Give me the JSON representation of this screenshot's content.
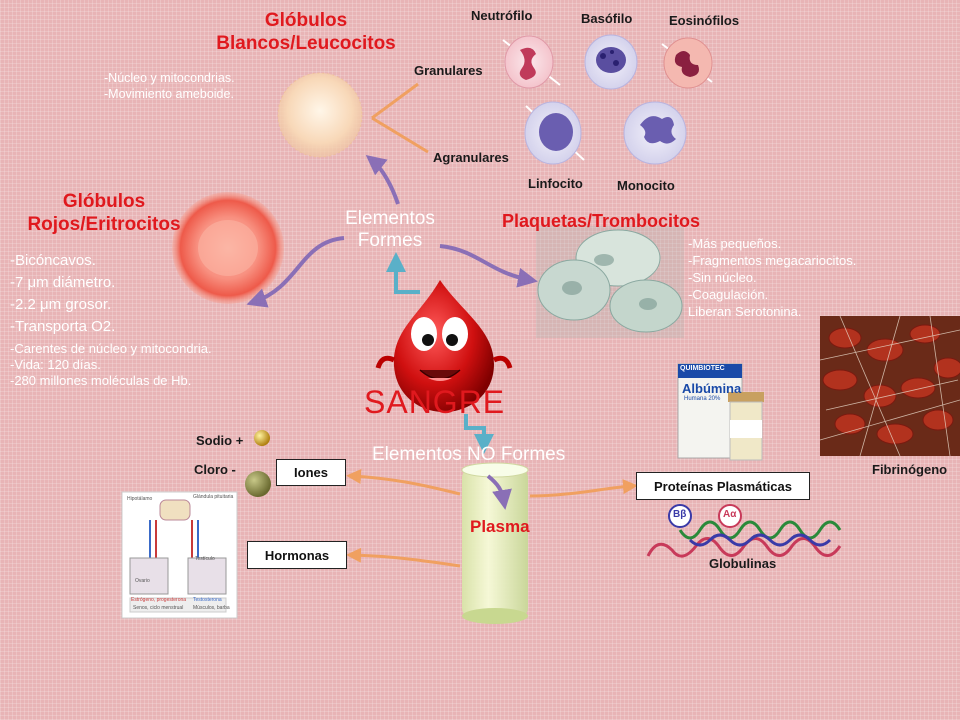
{
  "title": "SANGRE",
  "elementos_formes": {
    "line1": "Elementos",
    "line2": "Formes"
  },
  "elementos_no_formes": "Elementos NO Formes",
  "plasma": "Plasma",
  "leucocitos": {
    "title_line1": "Glóbulos",
    "title_line2": "Blancos/Leucocitos",
    "notes": [
      "-Núcleo y mitocondrias.",
      "-Movimiento ameboide."
    ],
    "granulares_label": "Granulares",
    "agranulares_label": "Agranulares",
    "granulares": [
      "Neutrófilo",
      "Basófilo",
      "Eosinófilos"
    ],
    "agranulares": [
      "Linfocito",
      "Monocito"
    ]
  },
  "eritrocitos": {
    "title_line1": "Glóbulos",
    "title_line2": "Rojos/Eritrocitos",
    "notes_large": [
      "-Bicóncavos.",
      "-7 μm diámetro.",
      "-2.2 μm grosor.",
      "-Transporta O2."
    ],
    "notes_small": [
      "-Carentes de núcleo y mitocondria.",
      "-Vida: 120 días.",
      "-280 millones moléculas de Hb."
    ]
  },
  "plaquetas": {
    "title": "Plaquetas/Trombocitos",
    "notes": [
      "-Más pequeños.",
      "-Fragmentos megacariocitos.",
      "-Sin núcleo.",
      "-Coagulación.",
      "Liberan Serotonina."
    ]
  },
  "iones": {
    "box_label": "Iones",
    "sodio": "Sodio +",
    "cloro": "Cloro -"
  },
  "hormonas": {
    "box_label": "Hormonas",
    "figure_labels": [
      "Hipotálamo",
      "Glándula pituitaria",
      "Ovario",
      "Testículo",
      "Estrógeno, progesterona",
      "Testosterona",
      "Senos, ciclo menstrual",
      "Músculos, barba"
    ]
  },
  "proteinas": {
    "box_label": "Proteínas Plasmáticas",
    "albumina_brand": "QUIMBIOTEC",
    "albumina_name": "Albúmina",
    "albumina_sub": "Humana 20%",
    "globulinas": "Globulinas",
    "fibrinogeno": "Fibrinógeno",
    "chain_labels": [
      "Bβ",
      "Aα"
    ]
  },
  "colors": {
    "accent_red": "#e0191e",
    "arrow_purple": "#8a6fb6",
    "arrow_teal": "#5ab0c8",
    "arrow_orange": "#f0a060"
  }
}
